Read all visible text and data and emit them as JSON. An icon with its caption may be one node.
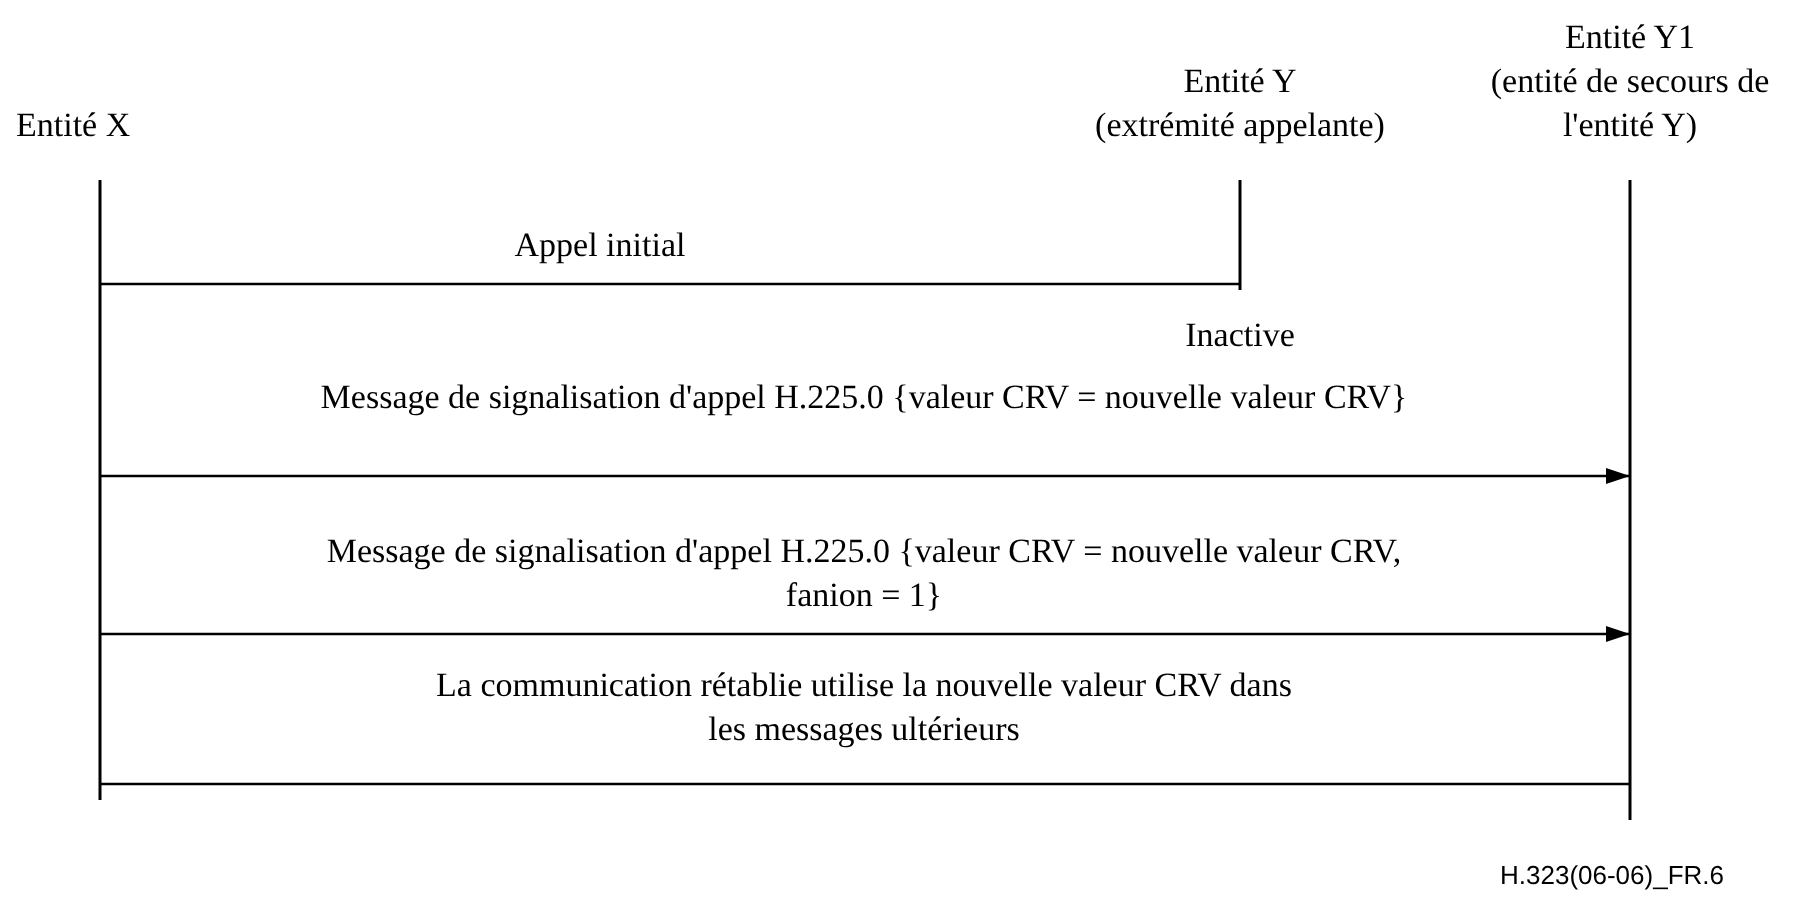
{
  "diagram": {
    "nodes": [
      {
        "text": [
          "Entité X"
        ]
      },
      {
        "text": [
          "Entité Y",
          "(extrémité appelante)"
        ]
      },
      {
        "text": [
          "Entité Y1",
          "(entité de secours de l'entité Y)"
        ]
      }
    ],
    "edges": [
      {
        "from": 0,
        "to": 1,
        "arrow": "none",
        "label": "Appel initial"
      },
      {
        "from": 0,
        "to": 2,
        "arrow": "to",
        "label": "Message de signalisation d'appel H.225.0 {valeur CRV = nouvelle valeur CRV}"
      },
      {
        "from": 0,
        "to": 2,
        "arrow": "to",
        "label": "Message de signalisation d'appel H.225.0 {valeur CRV = nouvelle valeur CRV, fanion = 1}"
      },
      {
        "from": 0,
        "to": 2,
        "arrow": "none",
        "label": "La communication rétablie utilise la nouvelle valeur CRV dans les messages ultérieurs"
      }
    ],
    "labels": [
      "Inactive",
      "H.323(06-06)_FR.6"
    ]
  }
}
